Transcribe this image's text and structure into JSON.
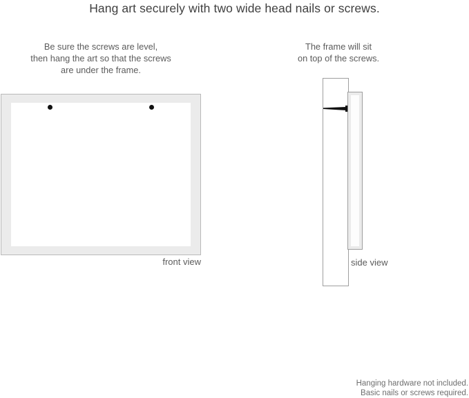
{
  "title": "Hang art securely with two wide head nails or screws.",
  "captions": {
    "left": {
      "line1": "Be sure the screws are level,",
      "line2": "then hang the art so that the screws",
      "line3": "are under the frame."
    },
    "right": {
      "line1": "The frame will sit",
      "line2": "on top of the screws."
    }
  },
  "diagrams": {
    "front": {
      "label": "front view",
      "frame_color": "#ebebeb",
      "frame_border_color": "#b9b9b9",
      "mat_color": "#ffffff",
      "screw_color": "#111111",
      "screw_count": 2
    },
    "side": {
      "label": "side view",
      "wall_color": "#ffffff",
      "wall_border_color": "#9e9e9e",
      "frame_color": "#ebebeb",
      "nail_color": "#111111"
    }
  },
  "footer": {
    "line1": "Hanging hardware not included.",
    "line2": "Basic nails or screws required."
  }
}
